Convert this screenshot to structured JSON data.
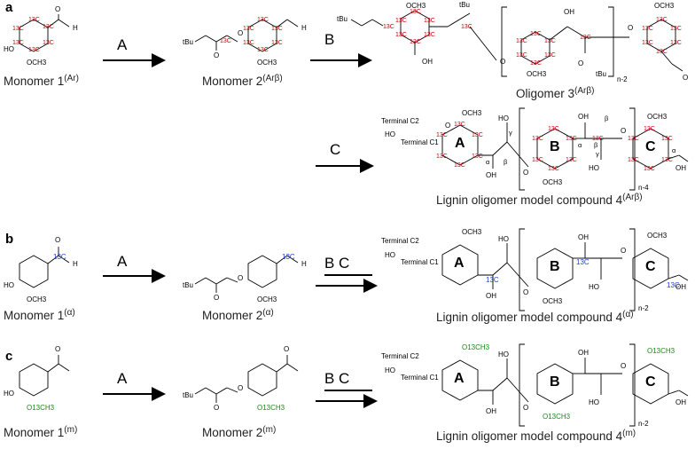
{
  "panels": {
    "a": {
      "label": "a",
      "steps": [
        "A",
        "B",
        "C"
      ],
      "captions": {
        "m1": "Monomer 1",
        "m1_sup": "(Ar)",
        "m2": "Monomer 2",
        "m2_sup": "(Arβ)",
        "m3": "Oligomer 3",
        "m3_sup": "(Arβ)",
        "m4": "Lignin oligomer model compound 4",
        "m4_sup": "(Arβ)"
      }
    },
    "b": {
      "label": "b",
      "steps": [
        "A",
        "B C"
      ],
      "captions": {
        "m1": "Monomer 1",
        "m1_sup": "(α)",
        "m2": "Monomer 2",
        "m2_sup": "(α)",
        "m4": "Lignin oligomer model compound 4",
        "m4_sup": "(α)"
      }
    },
    "c": {
      "label": "c",
      "steps": [
        "A",
        "B C"
      ],
      "captions": {
        "m1": "Monomer 1",
        "m1_sup": "(m)",
        "m2": "Monomer 2",
        "m2_sup": "(m)",
        "m4": "Lignin oligomer model compound 4",
        "m4_sup": "(m)"
      }
    }
  },
  "chem": {
    "ho": "HO",
    "oh": "OH",
    "h": "H",
    "o": "O",
    "och3": "OCH3",
    "tbu": "tBu",
    "c13": "13C",
    "n2": "n-2",
    "n4": "n-4",
    "terminal_c1": "Terminal C1",
    "terminal_c2": "Terminal C2",
    "ring_a": "A",
    "ring_b": "B",
    "ring_c": "C",
    "alpha": "α",
    "beta": "β",
    "gamma": "γ",
    "och3_labeled": "O13CH3"
  },
  "colors": {
    "isotope_red": "#d00000",
    "isotope_blue": "#1f3fd6",
    "isotope_green": "#1a8a1a"
  }
}
